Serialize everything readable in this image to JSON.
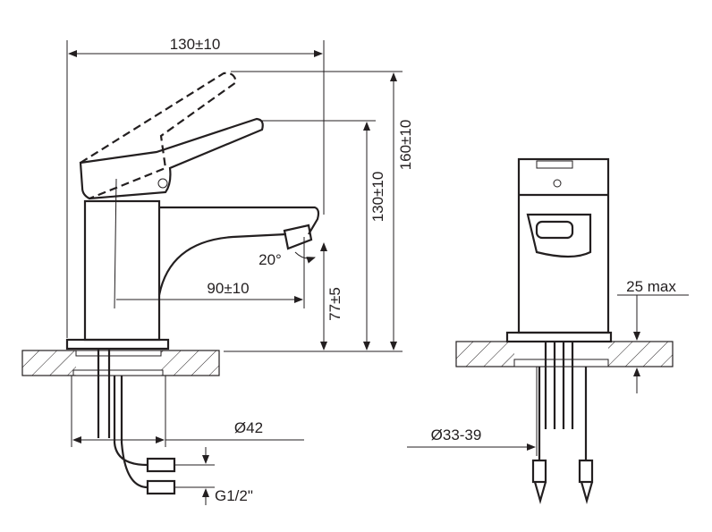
{
  "drawing": {
    "side_view": {
      "width_label": "130±10",
      "total_height_label": "160±10",
      "handle_height_label": "130±10",
      "angle_label": "20°",
      "spout_reach_label": "90±10",
      "spout_height_label": "77±5",
      "base_diameter_label": "Ø42",
      "connection_label": "G1/2\""
    },
    "front_view": {
      "max_thickness_label": "25 max",
      "hole_diameter_label": "Ø33-39"
    }
  },
  "colors": {
    "line": "#231f20",
    "background": "#ffffff"
  }
}
